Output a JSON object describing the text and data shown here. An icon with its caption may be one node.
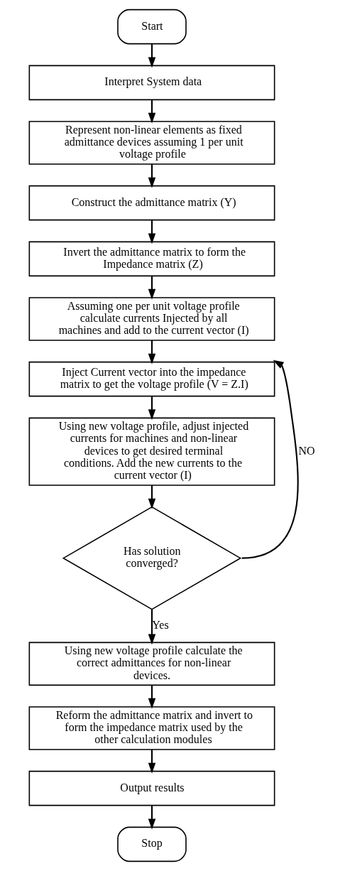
{
  "diagram": {
    "nodes": [
      {
        "text": [
          "Start"
        ]
      },
      {
        "text": [
          "Interpret System data"
        ]
      },
      {
        "text": [
          "Represent non-linear elements as fixed admittance devices assuming 1 per unit voltage profile"
        ]
      },
      {
        "text": [
          "Construct the admittance matrix (Y)"
        ]
      },
      {
        "text": [
          "Invert the admittance matrix to form the Impedance matrix (Z)"
        ]
      },
      {
        "text": [
          "Assuming one per unit voltage profile calculate currents Injected by all machines and add to the current vector (I)"
        ]
      },
      {
        "text": [
          "Inject Current vector into the impedance matrix to get the voltage profile (V = Z.I)"
        ]
      },
      {
        "text": [
          "Using new voltage profile, adjust injected currents for machines and non-linear devices to get desired terminal conditions. Add the new currents to the current vector (I)"
        ]
      },
      {
        "text": [
          "Has solution converged?"
        ]
      },
      {
        "text": [
          "Using new voltage profile calculate the correct admittances for non-linear devices."
        ]
      },
      {
        "text": [
          "Reform the admittance matrix and invert to form the impedance matrix used by the other calculation modules"
        ]
      },
      {
        "text": [
          "Output results"
        ]
      },
      {
        "text": [
          "Stop"
        ]
      }
    ],
    "edges": [
      {
        "from": 0,
        "to": 1,
        "arrow": "to"
      },
      {
        "from": 1,
        "to": 2,
        "arrow": "to"
      },
      {
        "from": 2,
        "to": 3,
        "arrow": "to"
      },
      {
        "from": 3,
        "to": 4,
        "arrow": "to"
      },
      {
        "from": 4,
        "to": 5,
        "arrow": "to"
      },
      {
        "from": 5,
        "to": 6,
        "arrow": "to"
      },
      {
        "from": 6,
        "to": 7,
        "arrow": "to"
      },
      {
        "from": 7,
        "to": 8,
        "arrow": "to"
      },
      {
        "from": 8,
        "to": 9,
        "arrow": "to",
        "label": "Yes"
      },
      {
        "from": 8,
        "to": 6,
        "arrow": "to",
        "label": "NO"
      },
      {
        "from": 9,
        "to": 10,
        "arrow": "to"
      },
      {
        "from": 10,
        "to": 11,
        "arrow": "to"
      },
      {
        "from": 11,
        "to": 12,
        "arrow": "to"
      }
    ]
  }
}
